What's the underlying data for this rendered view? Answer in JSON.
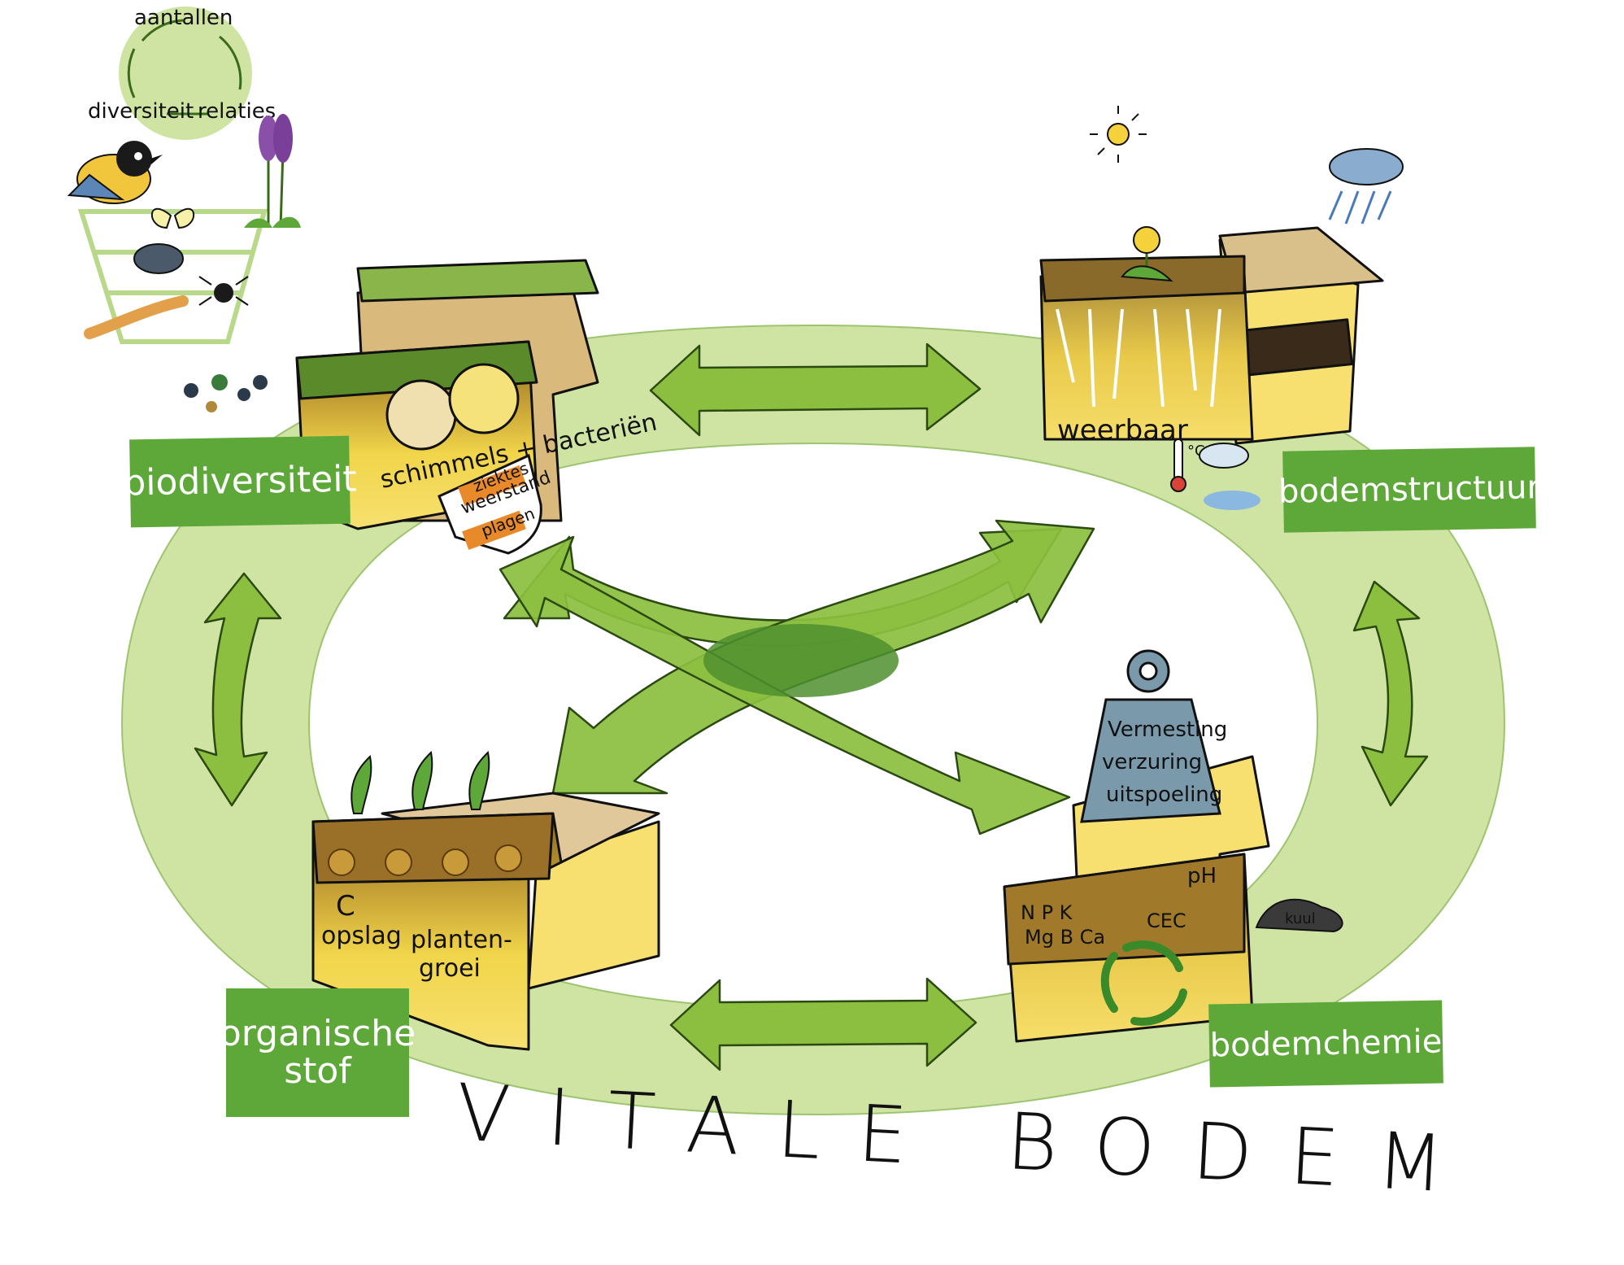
{
  "title": "VITALE BODEM",
  "labels": {
    "biodiversiteit": "biodiversiteit",
    "bodemstructuur": "bodemstructuur",
    "organische_1": "organische",
    "organische_2": "stof",
    "bodemchemie": "bodemchemie"
  },
  "cycle": {
    "aantallen": "aantallen",
    "diversiteit": "diversiteit",
    "relaties": "relaties"
  },
  "block_texts": {
    "schimmels": "schimmels + bacteriën",
    "weerbaar": "weerbaar",
    "celsius": "°C",
    "c": "C",
    "opslag": "opslag",
    "planten": "planten-",
    "groei": "groei",
    "chem_row1": "N P K",
    "chem_row2": "Mg B Ca",
    "cec": "CEC",
    "ph": "pH",
    "kuul": "kuul"
  },
  "shield": {
    "ziektes": "ziektes",
    "weerstand": "weerstand",
    "plagen": "plagen"
  },
  "weight": {
    "line1": "Vermesting",
    "line2": "verzuring",
    "line3": "uitspoeling"
  },
  "colors": {
    "ring": "#cfe3a3",
    "arrow": "#8cbf3f",
    "arrow_dark": "#4f8f2f",
    "label_bg": "#5ea83a",
    "soil_yellow": "#f4d94e",
    "soil_brown": "#a07a2a"
  }
}
